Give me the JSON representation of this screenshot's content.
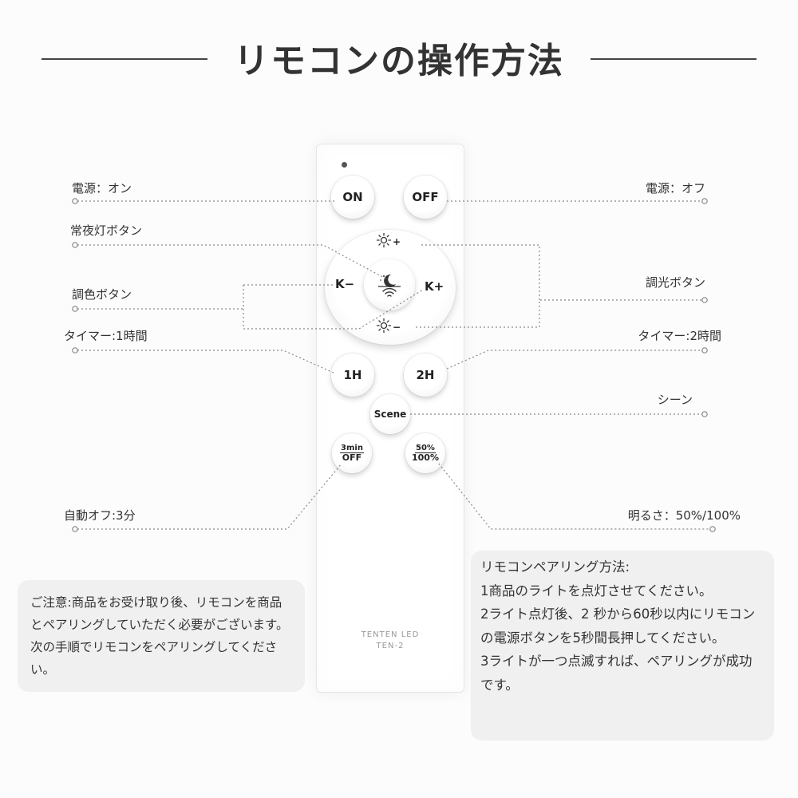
{
  "title": "リモコンの操作方法",
  "remote": {
    "buttons": {
      "on": "ON",
      "off": "OFF",
      "k_minus": "K−",
      "k_plus": "K+",
      "bright_plus": "+",
      "bright_minus": "−",
      "timer_1h": "1H",
      "timer_2h": "2H",
      "scene": "Scene",
      "auto_off_top": "3min",
      "auto_off_bottom": "OFF",
      "dim_top": "50%",
      "dim_bottom": "100%"
    },
    "brand": "TENTEN LED",
    "model": "TEN-2"
  },
  "annotations": {
    "power_on": "電源：オン",
    "power_off": "電源：オフ",
    "night_light": "常夜灯ボタン",
    "color_temp": "調色ボタン",
    "dimming": "調光ボタン",
    "timer_1h": "タイマー:1時間",
    "timer_2h": "タイマー:2時間",
    "scene": "シーン",
    "auto_off": "自動オフ:3分",
    "brightness": "明るさ：50%/100%"
  },
  "notes": {
    "caution": "ご注意:商品をお受け取り後、リモコンを商品とペアリングしていただく必要がございます。 次の手順でリモコンをペアリングしてください。",
    "pairing": {
      "title": "リモコンペアリング方法:",
      "step1": "1商品のライトを点灯させてください。",
      "step2": "2ライト点灯後、2 秒から60秒以内にリモコンの電源ボタンを5秒間長押してください。",
      "step3": "3ライトが一つ点滅すれば、ペアリングが成功です。"
    }
  },
  "icons": {
    "sun": "sun-icon",
    "night": "moon-icon",
    "signal": "wifi-signal-icon"
  }
}
